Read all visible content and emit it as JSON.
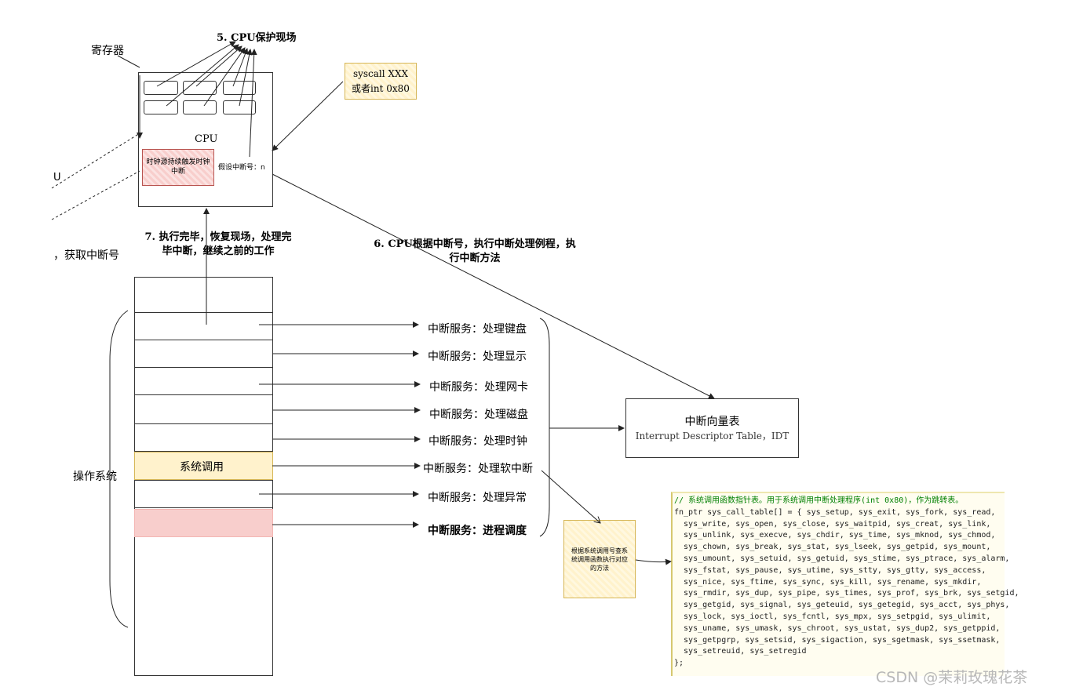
{
  "labels": {
    "registers": "寄存器",
    "cpu_protect": "5. CPU保护现场",
    "cpu": "CPU",
    "clock_source": "时钟源持续触发时钟中断",
    "assume_irq": "假设中断号：n",
    "left_u": "U",
    "get_irq": "，获取中断号",
    "restore": "7. 执行完毕，恢复现场，处理完毕中断，继续之前的工作",
    "cpu_dispatch": "6. CPU根据中断号，执行中断处理例程，执行中断方法",
    "os": "操作系统",
    "syscall_seg": "系统调用"
  },
  "syscall_note": {
    "line1": "syscall XXX",
    "line2": "或者int 0x80"
  },
  "services": [
    "中断服务：处理键盘",
    "中断服务：处理显示",
    "中断服务：处理网卡",
    "中断服务：处理磁盘",
    "中断服务：处理时钟",
    "中断服务：处理软中断",
    "中断服务：处理异常",
    "中断服务：进程调度"
  ],
  "idt": {
    "title": "中断向量表",
    "subtitle": "Interrupt Descriptor Table，IDT"
  },
  "lookup_note": "根据系统调用号查系统调用函数执行对应的方法",
  "code": {
    "comment": "// 系统调用函数指针表。用于系统调用中断处理程序(int 0x80)，作为跳转表。",
    "lines": [
      "fn_ptr sys_call_table[] = { sys_setup, sys_exit, sys_fork, sys_read,",
      "  sys_write, sys_open, sys_close, sys_waitpid, sys_creat, sys_link,",
      "  sys_unlink, sys_execve, sys_chdir, sys_time, sys_mknod, sys_chmod,",
      "  sys_chown, sys_break, sys_stat, sys_lseek, sys_getpid, sys_mount,",
      "  sys_umount, sys_setuid, sys_getuid, sys_stime, sys_ptrace, sys_alarm,",
      "  sys_fstat, sys_pause, sys_utime, sys_stty, sys_gtty, sys_access,",
      "  sys_nice, sys_ftime, sys_sync, sys_kill, sys_rename, sys_mkdir,",
      "  sys_rmdir, sys_dup, sys_pipe, sys_times, sys_prof, sys_brk, sys_setgid,",
      "  sys_getgid, sys_signal, sys_geteuid, sys_getegid, sys_acct, sys_phys,",
      "  sys_lock, sys_ioctl, sys_fcntl, sys_mpx, sys_setpgid, sys_ulimit,",
      "  sys_uname, sys_umask, sys_chroot, sys_ustat, sys_dup2, sys_getppid,",
      "  sys_getpgrp, sys_setsid, sys_sigaction, sys_sgetmask, sys_ssetmask,",
      "  sys_setreuid, sys_setregid",
      "};"
    ]
  },
  "watermark": "CSDN @茉莉玫瑰花茶",
  "colors": {
    "syscall_fill": "#fff2cc",
    "sched_fill": "#f8cecc",
    "clock_fill": "#f8cecc",
    "clock_border": "#b85450",
    "note_border": "#d6b656",
    "code_comment": "#008000"
  }
}
